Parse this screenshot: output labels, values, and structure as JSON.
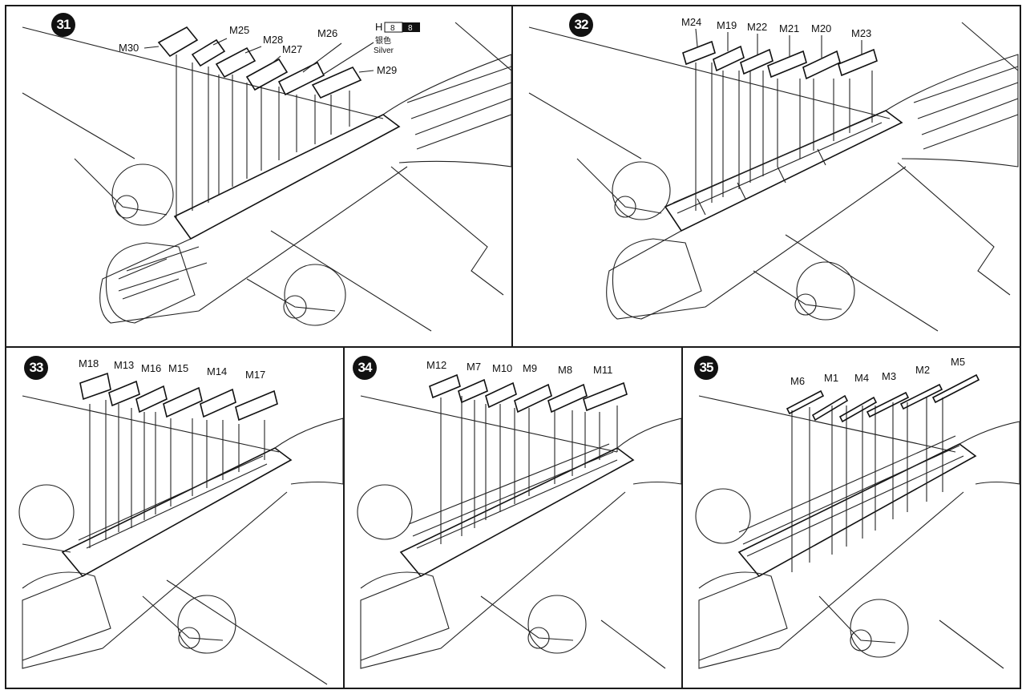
{
  "steps": [
    {
      "number": "31",
      "parts": [
        "M30",
        "M25",
        "M28",
        "M27",
        "M26",
        "M29"
      ],
      "paint": {
        "code": "H",
        "swatch_values": [
          "8",
          "8"
        ],
        "name_cn": "银色",
        "name_en": "Silver"
      },
      "part_fill": "#3a3a3a"
    },
    {
      "number": "32",
      "parts": [
        "M24",
        "M19",
        "M22",
        "M21",
        "M20",
        "M23"
      ]
    },
    {
      "number": "33",
      "parts": [
        "M18",
        "M13",
        "M16",
        "M15",
        "M14",
        "M17"
      ]
    },
    {
      "number": "34",
      "parts": [
        "M12",
        "M7",
        "M10",
        "M9",
        "M8",
        "M11"
      ]
    },
    {
      "number": "35",
      "parts": [
        "M6",
        "M1",
        "M4",
        "M3",
        "M2",
        "M5"
      ]
    }
  ],
  "colors": {
    "ink": "#111111",
    "paper": "#ffffff",
    "dark_part": "#3a3a3a"
  }
}
